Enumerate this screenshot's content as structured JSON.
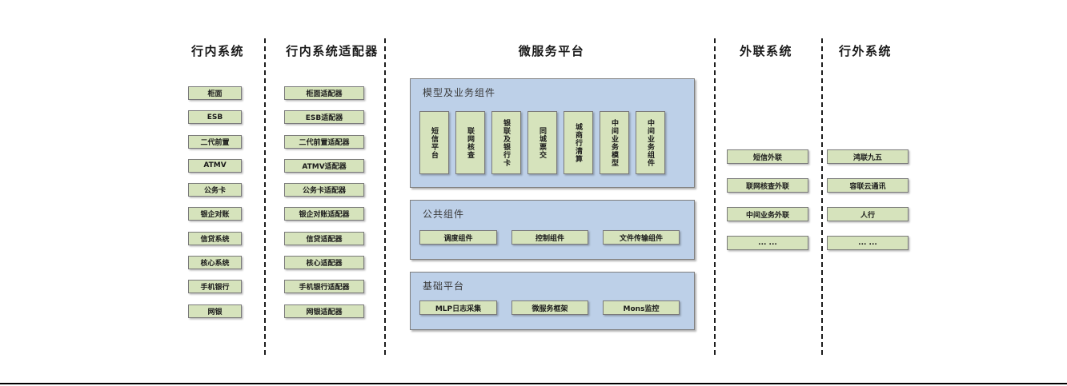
{
  "columns": [
    {
      "title": "行内系统",
      "items": [
        "柜面",
        "ESB",
        "二代前置",
        "ATMV",
        "公务卡",
        "银企对账",
        "信贷系统",
        "核心系统",
        "手机银行",
        "网银"
      ]
    },
    {
      "title": "行内系统适配器",
      "items": [
        "柜面适配器",
        "ESB适配器",
        "二代前置适配器",
        "ATMV适配器",
        "公务卡适配器",
        "银企对账适配器",
        "信贷适配器",
        "核心适配器",
        "手机银行适配器",
        "网银适配器"
      ]
    },
    {
      "title": "微服务平台",
      "sections": [
        {
          "label": "模型及业务组件",
          "items": [
            "短信平台",
            "联网核查",
            "银联及银行卡",
            "同城票交",
            "城商行清算",
            "中间业务模型",
            "中间业务组件"
          ]
        },
        {
          "label": "公共组件",
          "items": [
            "调度组件",
            "控制组件",
            "文件传输组件"
          ]
        },
        {
          "label": "基础平台",
          "items": [
            "MLP日志采集",
            "微服务框架",
            "Mons监控"
          ]
        }
      ]
    },
    {
      "title": "外联系统",
      "items": [
        "短信外联",
        "联网核查外联",
        "中间业务外联",
        "... ..."
      ]
    },
    {
      "title": "行外系统",
      "items": [
        "鸿联九五",
        "容联云通讯",
        "人行",
        "... ..."
      ]
    }
  ],
  "colors": {
    "node_fill": "#d6e3bc",
    "panel_fill": "#bdd0e8",
    "node_border": "#7a7a7a",
    "separator": "#1c1c1c",
    "bottom_rule": "#000000",
    "text": "#1a1a1a"
  }
}
